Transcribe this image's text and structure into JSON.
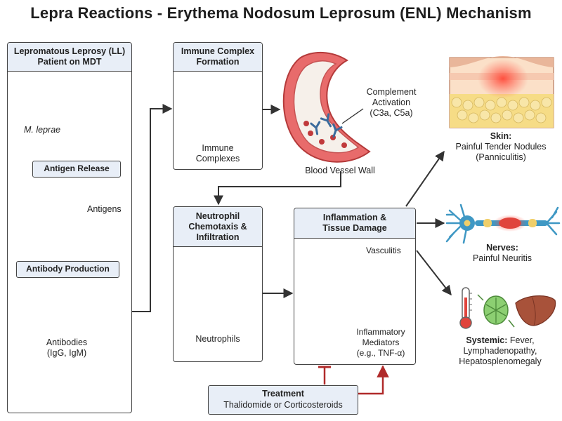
{
  "title": "Lepra Reactions - Erythema Nodosum Leprosum (ENL) Mechanism",
  "patient_box": {
    "heading_line1": "Lepromatous Leprosy (LL)",
    "heading_line2": "Patient on MDT",
    "organism_label": "M. leprae",
    "step_antigen_release": "Antigen Release",
    "antigens_label": "Antigens",
    "step_antibody_production": "Antibody Production",
    "antibodies_line1": "Antibodies",
    "antibodies_line2": "(IgG, IgM)"
  },
  "immune_complex_box": {
    "heading_line1": "Immune Complex",
    "heading_line2": "Formation",
    "caption_line1": "Immune",
    "caption_line2": "Complexes"
  },
  "vessel": {
    "complement_line1": "Complement",
    "complement_line2": "Activation",
    "complement_line3": "(C3a, C5a)",
    "wall_label": "Blood Vessel Wall"
  },
  "neutrophil_box": {
    "heading_line1": "Neutrophil",
    "heading_line2": "Chemotaxis &",
    "heading_line3": "Infiltration",
    "caption": "Neutrophils"
  },
  "inflammation_box": {
    "heading_line1": "Inflammation &",
    "heading_line2": "Tissue Damage",
    "vasculitis_label": "Vasculitis",
    "mediators_line1": "Inflammatory",
    "mediators_line2": "Mediators",
    "mediators_line3": "(e.g., TNF-α)"
  },
  "outcomes": {
    "skin_heading": "Skin:",
    "skin_line1": "Painful Tender Nodules",
    "skin_line2": "(Panniculitis)",
    "nerves_heading": "Nerves:",
    "nerves_line1": "Painful Neuritis",
    "systemic_heading": "Systemic:",
    "systemic_line1": " Fever,",
    "systemic_line2": "Lymphadenopathy,",
    "systemic_line3": "Hepatosplenomegaly"
  },
  "treatment": {
    "heading": "Treatment",
    "drugs": "Thalidomide or Corticosteroids"
  },
  "colors": {
    "box_header": "#e8eef7",
    "border": "#444444",
    "bacteria": "#c0393b",
    "antibody": "#3b6b9c",
    "neutrophil_cell": "#f0cf6a",
    "neutrophil_nucleus": "#3f5f8f",
    "inflammation": "#e0443c",
    "mediator_dots": "#e8a44c",
    "treatment_arrow": "#b02a2a"
  }
}
